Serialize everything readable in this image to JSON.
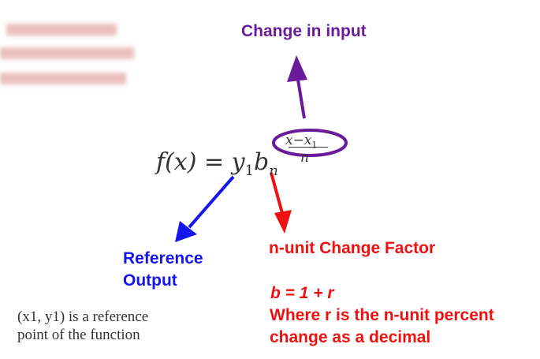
{
  "labels": {
    "change_in_input": "Change in input",
    "reference_output_line1": "Reference",
    "reference_output_line2": "Output",
    "change_factor": "n-unit Change Factor",
    "b_formula": "b = 1 + r",
    "where_line1": "Where r is the n-unit percent",
    "where_line2": "change as a decimal",
    "ref_point_line1": "(x1, y1) is a reference",
    "ref_point_line2": "point of the function"
  },
  "formula": {
    "lhs": "f(x) = y",
    "y_sub": "1",
    "b": "b",
    "b_sub": "n",
    "exp_num": "x−x",
    "exp_num_sub": "1",
    "exp_den": "n"
  },
  "colors": {
    "purple": "#6a1b9a",
    "blue": "#1515ee",
    "red": "#ee1111",
    "text": "#333333"
  }
}
